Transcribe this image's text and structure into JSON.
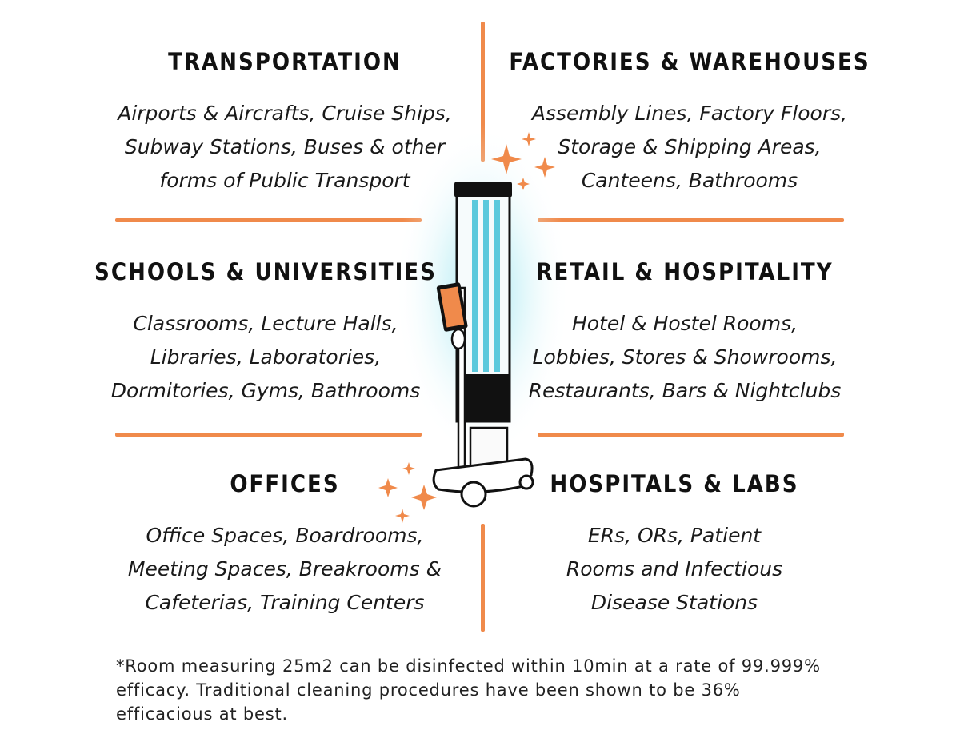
{
  "sections": [
    {
      "heading": "TRANSPORTATION",
      "lines": [
        "Airports & Aircrafts, Cruise Ships,",
        "Subway Stations, Buses & other",
        "forms of Public Transport"
      ]
    },
    {
      "heading": "FACTORIES & WAREHOUSES",
      "lines": [
        "Assembly Lines, Factory Floors,",
        "Storage & Shipping Areas,",
        "Canteens, Bathrooms"
      ]
    },
    {
      "heading": "SCHOOLS & UNIVERSITIES",
      "lines": [
        "Classrooms, Lecture Halls,",
        "Libraries,  Laboratories,",
        "Dormitories, Gyms, Bathrooms"
      ]
    },
    {
      "heading": "RETAIL & HOSPITALITY",
      "lines": [
        "Hotel & Hostel Rooms,",
        "Lobbies, Stores & Showrooms,",
        "Restaurants, Bars & Nightclubs"
      ]
    },
    {
      "heading": "OFFICES",
      "lines": [
        "Office Spaces, Boardrooms,",
        "Meeting Spaces, Breakrooms &",
        "Cafeterias, Training Centers"
      ]
    },
    {
      "heading": "HOSPITALS & LABS",
      "lines": [
        "ERs, ORs, Patient",
        "Rooms and Infectious",
        "Disease Stations"
      ]
    }
  ],
  "footnote": [
    "*Room measuring 25m2 can be disinfected within 10min at a rate of 99.999%",
    "efficacy. Traditional cleaning procedures have been shown to be 36%",
    "efficacious at best."
  ],
  "colors": {
    "accent": "#f08a4b",
    "uv_glow": "#aee9f2",
    "text": "#111111"
  },
  "icons": [
    "sparkle-icon",
    "uv-disinfection-robot"
  ]
}
